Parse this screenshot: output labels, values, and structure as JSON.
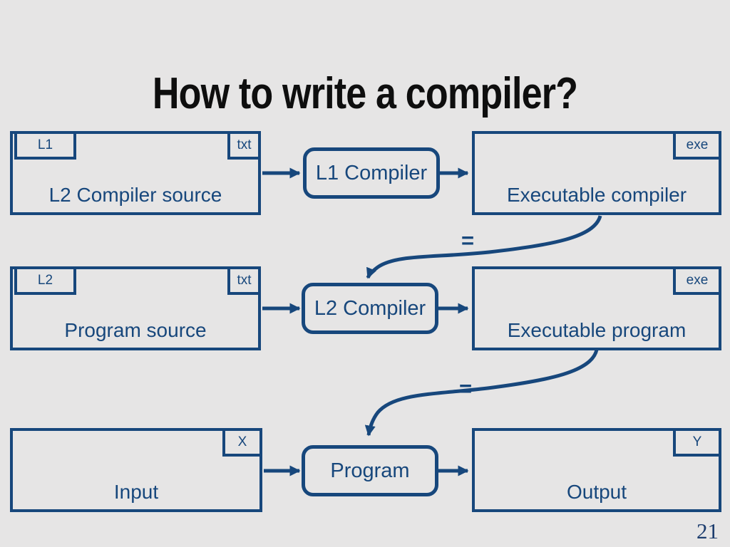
{
  "title": "How to write a compiler?",
  "page_number": "21",
  "colors": {
    "accent_navy": "#17477C",
    "background": "#E6E5E5",
    "title_text": "#0E0E0E"
  },
  "equals_sign": "=",
  "rows": [
    {
      "source": {
        "tab_left": "L1",
        "tab_right": "txt",
        "label": "L2 Compiler source"
      },
      "process": {
        "label": "L1 Compiler"
      },
      "result": {
        "tab_right": "exe",
        "label": "Executable compiler"
      },
      "equals": "="
    },
    {
      "source": {
        "tab_left": "L2",
        "tab_right": "txt",
        "label": "Program source"
      },
      "process": {
        "label": "L2 Compiler"
      },
      "result": {
        "tab_right": "exe",
        "label": "Executable program"
      },
      "equals": "="
    },
    {
      "source": {
        "tab_right": "X",
        "label": "Input"
      },
      "process": {
        "label": "Program"
      },
      "result": {
        "tab_right": "Y",
        "label": "Output"
      }
    }
  ]
}
